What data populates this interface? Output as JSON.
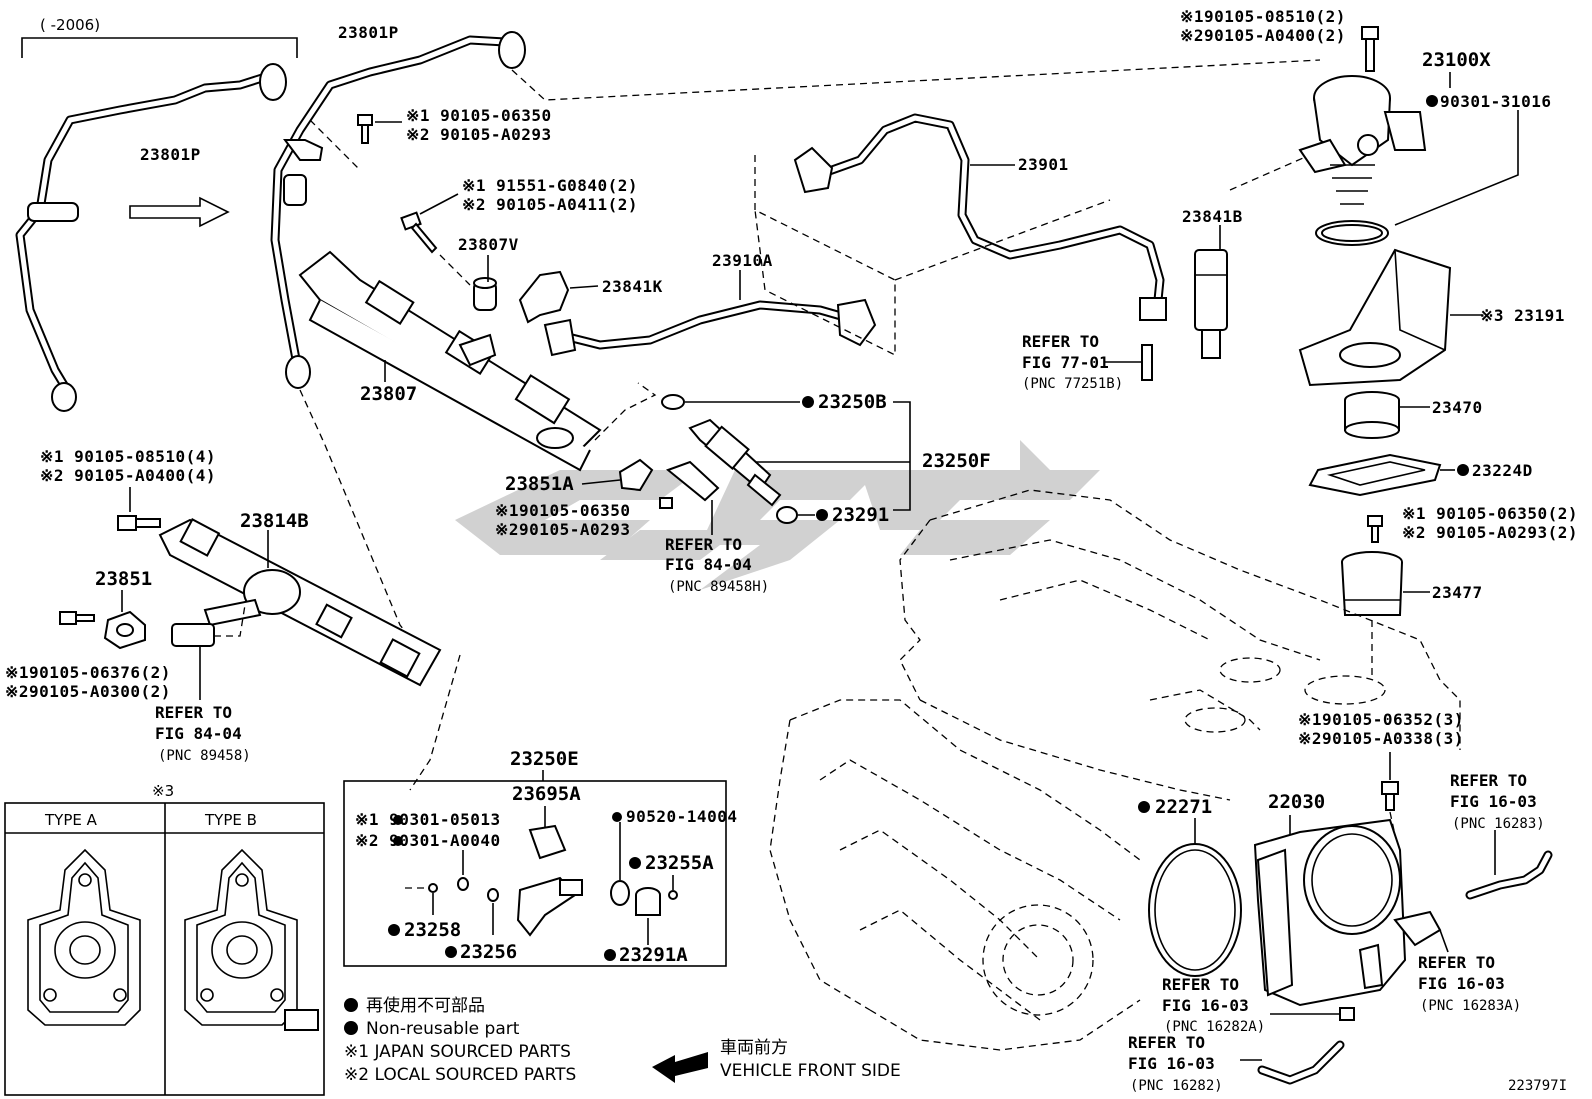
{
  "watermark": "CPC",
  "date_range": "(     -2006)",
  "labels": {
    "p23801P_top": "23801P",
    "p23801P_left": "23801P",
    "bolt_a1": "※1 90105-06350",
    "bolt_a2": "※2 90105-A0293",
    "bolt_b1": "※1 91551-G0840(2)",
    "bolt_b2": "※2 90105-A0411(2)",
    "p23807V": "23807V",
    "p23841K": "23841K",
    "p23910A": "23910A",
    "p23901": "23901",
    "p23841B": "23841B",
    "p23100X": "23100X",
    "p90301_31016": "90301-31016",
    "bolt_c1": "※190105-08510(2)",
    "bolt_c2": "※290105-A0400(2)",
    "p23191": "※3 23191",
    "p23470": "23470",
    "p23224D": "23224D",
    "bolt_d1": "※1 90105-06350(2)",
    "bolt_d2": "※2 90105-A0293(2)",
    "p23477": "23477",
    "p23807": "23807",
    "p23250B": "23250B",
    "p23250F": "23250F",
    "p23291": "23291",
    "p23851A": "23851A",
    "bolt_e1": "※190105-06350",
    "bolt_e2": "※290105-A0293",
    "bolt_f1": "※1 90105-08510(4)",
    "bolt_f2": "※2 90105-A0400(4)",
    "p23814B": "23814B",
    "p23851": "23851",
    "bolt_g1": "※190105-06376(2)",
    "bolt_g2": "※290105-A0300(2)",
    "p23250E": "23250E",
    "p23695A": "23695A",
    "o_ring1": "※1 90301-05013",
    "o_ring2": "※2 90301-A0040",
    "p90520": "90520-14004",
    "p23255A": "23255A",
    "p23258": "23258",
    "p23256": "23256",
    "p23291A": "23291A",
    "p22271": "22271",
    "p22030": "22030",
    "bolt_h1": "※190105-06352(3)",
    "bolt_h2": "※290105-A0338(3)",
    "drawing_no": "223797I"
  },
  "refs": {
    "r77": {
      "line1": "REFER TO",
      "line2": "FIG 77-01",
      "pnc": "(PNC 77251B)"
    },
    "r84a": {
      "line1": "REFER TO",
      "line2": "FIG 84-04",
      "pnc": "(PNC 89458H)"
    },
    "r84b": {
      "line1": "REFER TO",
      "line2": "FIG 84-04",
      "pnc": "(PNC 89458)"
    },
    "r16a": {
      "line1": "REFER TO",
      "line2": "FIG 16-03",
      "pnc": "(PNC 16283)"
    },
    "r16b": {
      "line1": "REFER TO",
      "line2": "FIG 16-03",
      "pnc": "(PNC 16283A)"
    },
    "r16c": {
      "line1": "REFER TO",
      "line2": "FIG 16-03",
      "pnc": "(PNC 16282A)"
    },
    "r16d": {
      "line1": "REFER TO",
      "line2": "FIG 16-03",
      "pnc": "(PNC 16282)"
    }
  },
  "type_table": {
    "note": "※3",
    "type_a": "TYPE A",
    "type_b": "TYPE B"
  },
  "legend": {
    "non_reusable_jp": "再使用不可部品",
    "non_reusable_en": "Non-reusable part",
    "japan": "※1 JAPAN SOURCED PARTS",
    "local": "※2 LOCAL SOURCED PARTS",
    "front_jp": "車両前方",
    "front_en": "VEHICLE FRONT SIDE"
  },
  "colors": {
    "ink": "#000000",
    "watermark": "#c8c8c8"
  }
}
